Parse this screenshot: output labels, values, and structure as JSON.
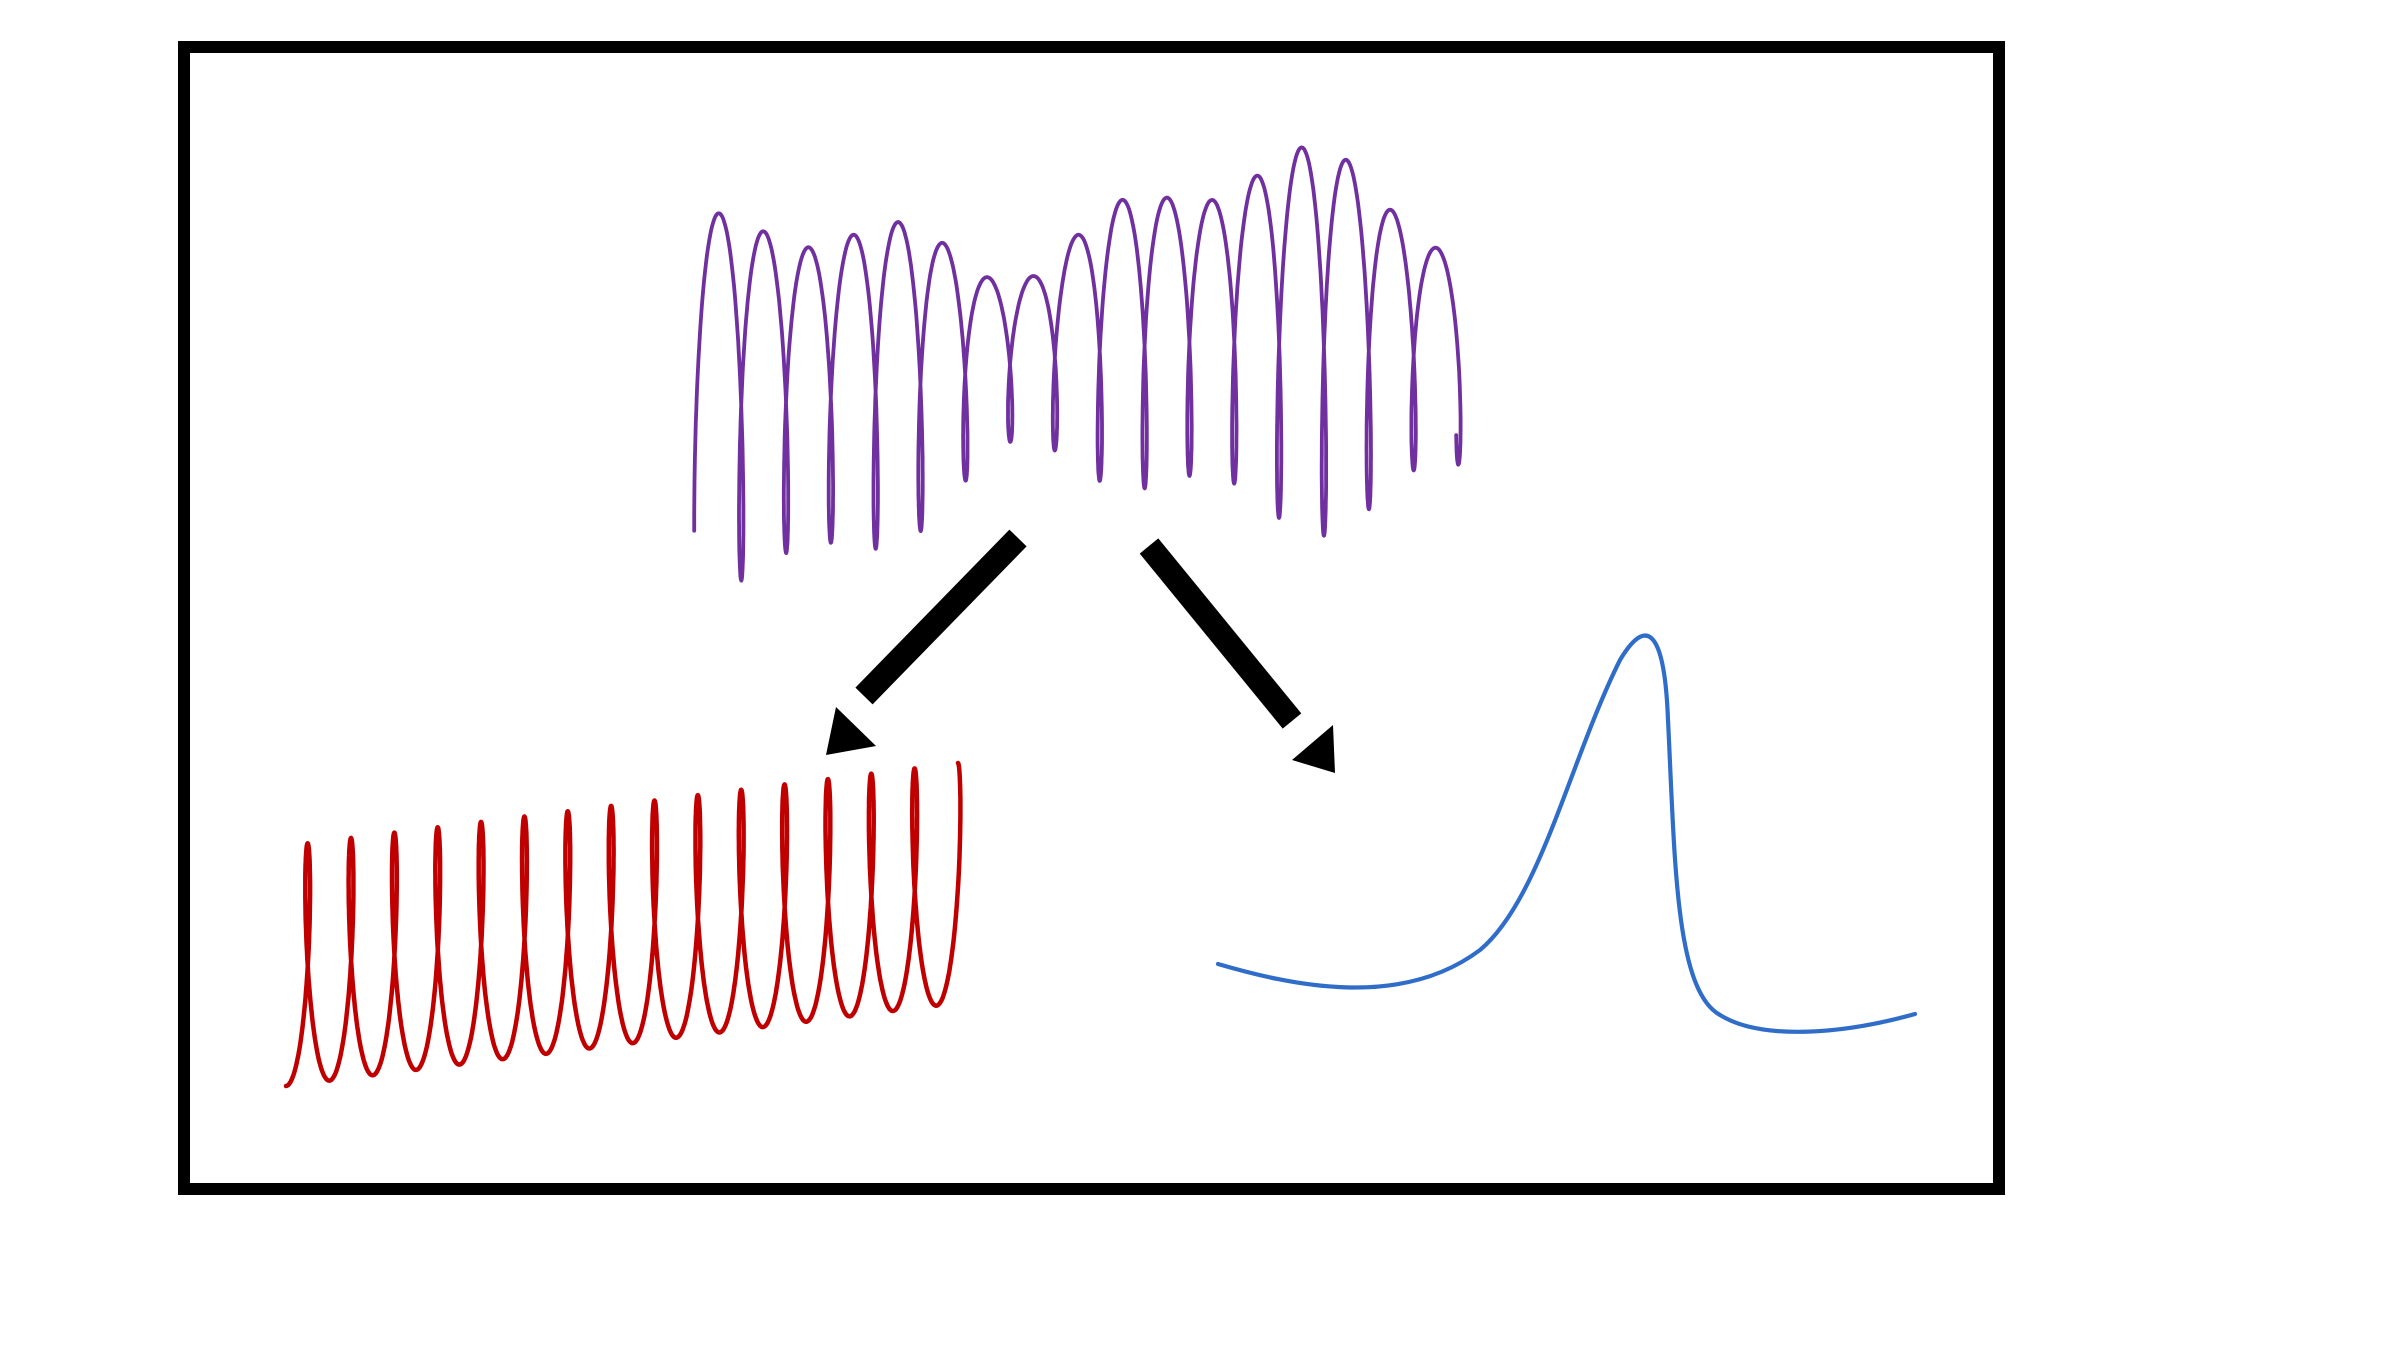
{
  "diagram": {
    "frame_color": "#000000",
    "arrow_color": "#000000",
    "background_color": "#ffffff",
    "signals": [
      {
        "id": "composite-signal",
        "role": "mixed input signal",
        "color": "#7030A0"
      },
      {
        "id": "periodic-signal",
        "role": "separated regular oscillation",
        "color": "#C00000"
      },
      {
        "id": "peak-signal",
        "role": "separated single peak",
        "color": "#2F6DC9"
      }
    ],
    "arrows": [
      {
        "id": "left-arrow",
        "from": "composite-signal",
        "to": "periodic-signal"
      },
      {
        "id": "right-arrow",
        "from": "composite-signal",
        "to": "peak-signal"
      }
    ]
  }
}
